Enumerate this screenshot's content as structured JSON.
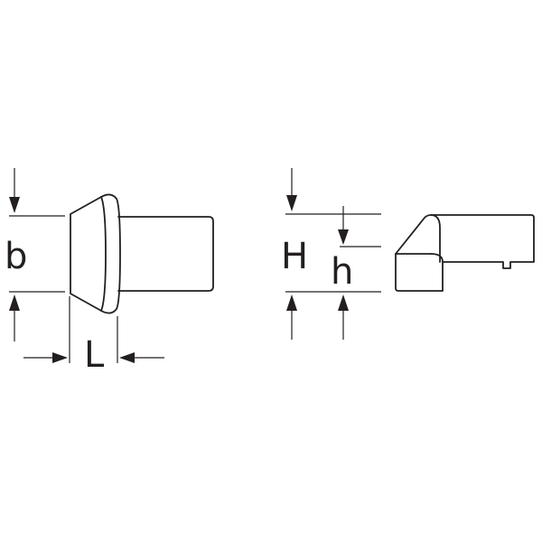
{
  "labels": {
    "b": "b",
    "L": "L",
    "H": "H",
    "h": "h"
  },
  "colors": {
    "line": "#231f20",
    "background": "#ffffff"
  }
}
